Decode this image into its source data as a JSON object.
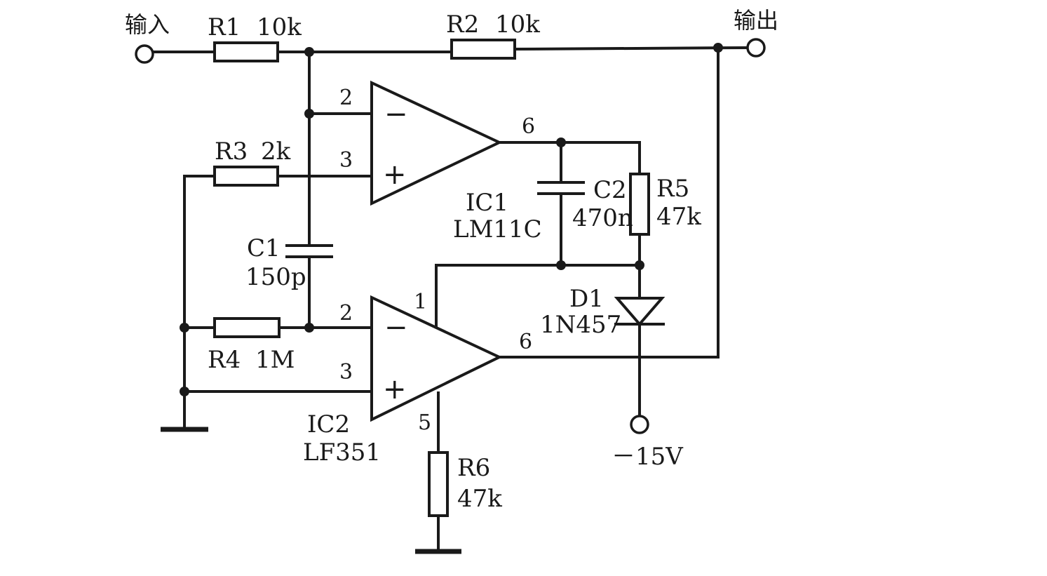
{
  "terminals": {
    "input": "输入",
    "output": "输出",
    "supply": "－15V"
  },
  "components": {
    "r1": {
      "name": "R1",
      "value": "10k"
    },
    "r2": {
      "name": "R2",
      "value": "10k"
    },
    "r3": {
      "name": "R3",
      "value": "2k"
    },
    "r4": {
      "name": "R4",
      "value": "1M"
    },
    "r5": {
      "name": "R5",
      "value": "47k"
    },
    "r6": {
      "name": "R6",
      "value": "47k"
    },
    "c1": {
      "name": "C1",
      "value": "150p"
    },
    "c2": {
      "name": "C2",
      "value": "470n"
    },
    "d1": {
      "name": "D1",
      "value": "1N457"
    },
    "ic1": {
      "name": "IC1",
      "value": "LM11C"
    },
    "ic2": {
      "name": "IC2",
      "value": "LF351"
    }
  },
  "pins": {
    "ic1_inv": "2",
    "ic1_noninv": "3",
    "ic1_out": "6",
    "ic2_inv": "2",
    "ic2_noninv": "3",
    "ic2_out": "6",
    "ic2_p1": "1",
    "ic2_p5": "5"
  },
  "signs": {
    "minus": "−",
    "plus": "+"
  }
}
